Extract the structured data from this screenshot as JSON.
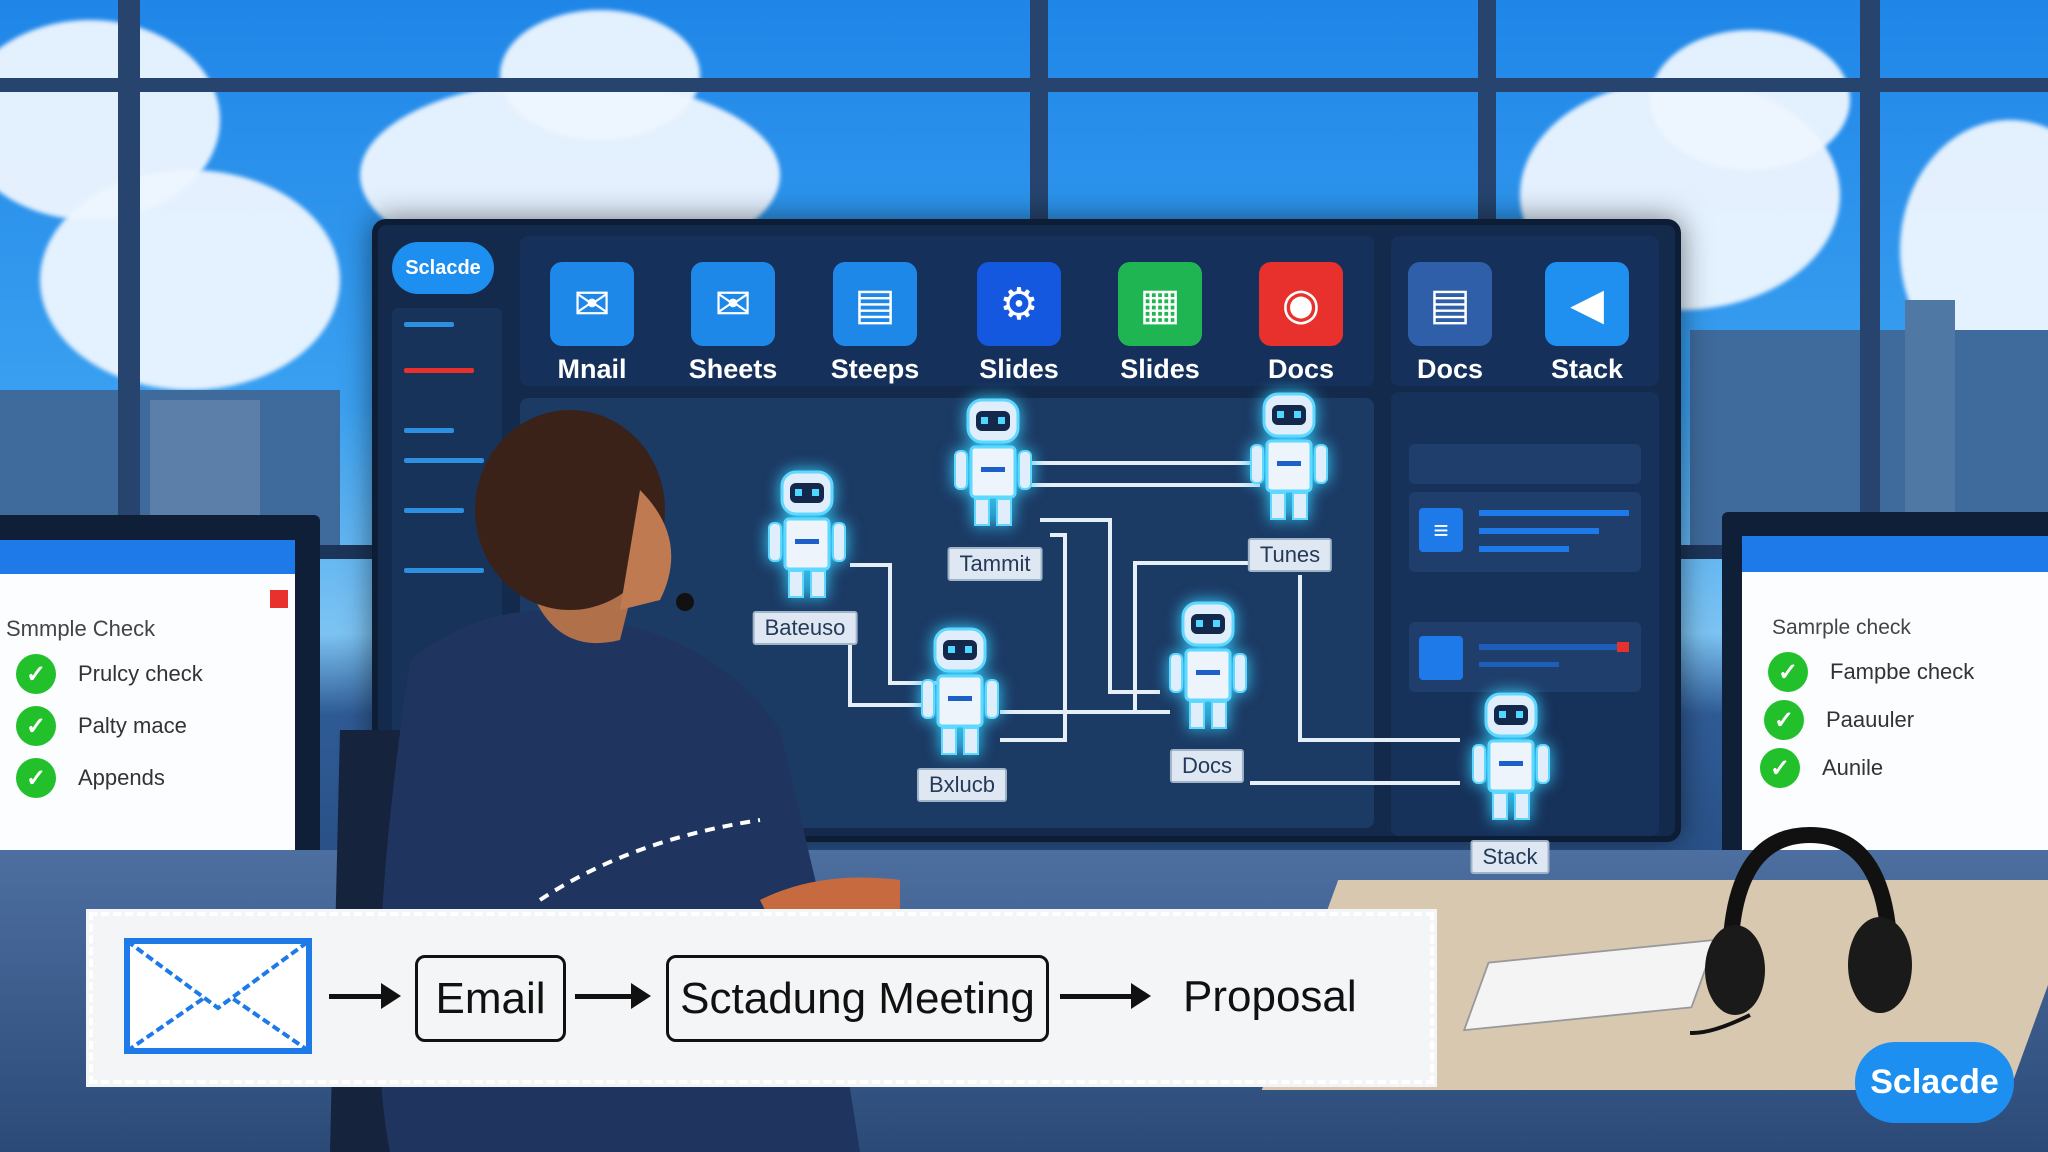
{
  "brand": {
    "logo_top": "Sclacde",
    "logo_bottom": "Sclacde",
    "accent": "#1d8ff0"
  },
  "apps": [
    {
      "label": "Mnail",
      "icon": "envelope-icon",
      "color": "#1e88e8"
    },
    {
      "label": "Sheets",
      "icon": "envelope-icon",
      "color": "#1e88e8"
    },
    {
      "label": "Steeps",
      "icon": "window-icon",
      "color": "#1e88e8"
    },
    {
      "label": "Slides",
      "icon": "gear-icon",
      "color": "#1458e0"
    },
    {
      "label": "Slides",
      "icon": "grid-icon",
      "color": "#1fb553"
    },
    {
      "label": "Docs",
      "icon": "record-icon",
      "color": "#e8302c"
    },
    {
      "label": "Docs",
      "icon": "document-icon",
      "color": "#2f5fa8"
    },
    {
      "label": "Stack",
      "icon": "megaphone-icon",
      "color": "#1f8ff0"
    }
  ],
  "agents": [
    {
      "label": "Bateuso"
    },
    {
      "label": "Tammit"
    },
    {
      "label": "Tunes"
    },
    {
      "label": "Bxlucb"
    },
    {
      "label": "Docs"
    },
    {
      "label": "Stack"
    }
  ],
  "left_monitor": {
    "title": "Smmple Check",
    "items": [
      "Prulcy check",
      "Palty mace",
      "Appends"
    ]
  },
  "right_monitor": {
    "title": "Samrple check",
    "items": [
      "Fampbe check",
      "Paauuler",
      "Aunile"
    ]
  },
  "flow": {
    "steps": [
      "Email",
      "Sctadung Meeting",
      "Proposal"
    ],
    "icon": "envelope-icon"
  }
}
